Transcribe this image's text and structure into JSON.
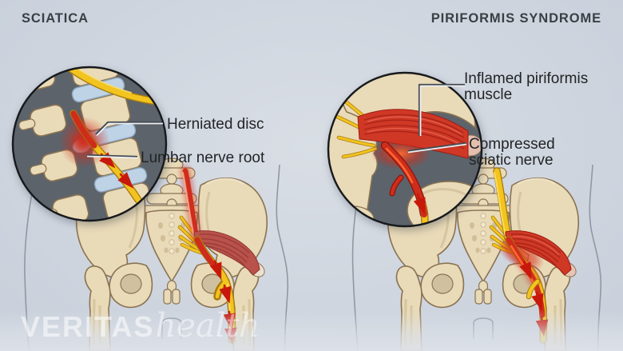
{
  "panels": [
    {
      "title": "SCIATICA",
      "labels": [
        {
          "text": "Herniated disc"
        },
        {
          "text": "Lumbar nerve root"
        }
      ]
    },
    {
      "title": "PIRIFORMIS SYNDROME",
      "labels": [
        {
          "text": "Inflamed piriformis muscle"
        },
        {
          "text": "Compressed sciatic nerve"
        }
      ]
    }
  ],
  "watermark": {
    "brand": "VERITAS",
    "suffix": "health"
  },
  "colors": {
    "bg1": "#d9dee5",
    "bg2": "#c5cdd9",
    "title": "#3a3f45",
    "label": "#222426",
    "bone": "#e9dab8",
    "boneLine": "#8a7352",
    "boneShadow": "#cfc0a0",
    "boneInner": "#cdbb94",
    "boneHi": "#f2e8d0",
    "disc": "#bed3e6",
    "discLine": "#8fa7bd",
    "insetBg": "#5c636b",
    "insetRim": "#17191c",
    "nerveYellow": "#f2c41d",
    "nerveOutline": "#a87b10",
    "nerveHighlight": "#ffe066",
    "nerveRed": "#cf2d1c",
    "nerveRedHot": "#ff6a30",
    "nerveRedDark": "#8c1408",
    "muscle": "#b8524b",
    "muscleFiber": "#92362f",
    "muscleHot": "#d03826",
    "muscleHotFiber": "#9c1d12",
    "tendon": "#ece2cf",
    "tendonHot": "#e9c4b4",
    "arrow": "#c8180b",
    "outline": "#8f98a3",
    "leaderLight": "#eef0f2",
    "leaderDark": "#454b53",
    "watermark": "rgba(255,255,255,0.55)",
    "watermark2": "rgba(255,255,255,0.48)"
  }
}
